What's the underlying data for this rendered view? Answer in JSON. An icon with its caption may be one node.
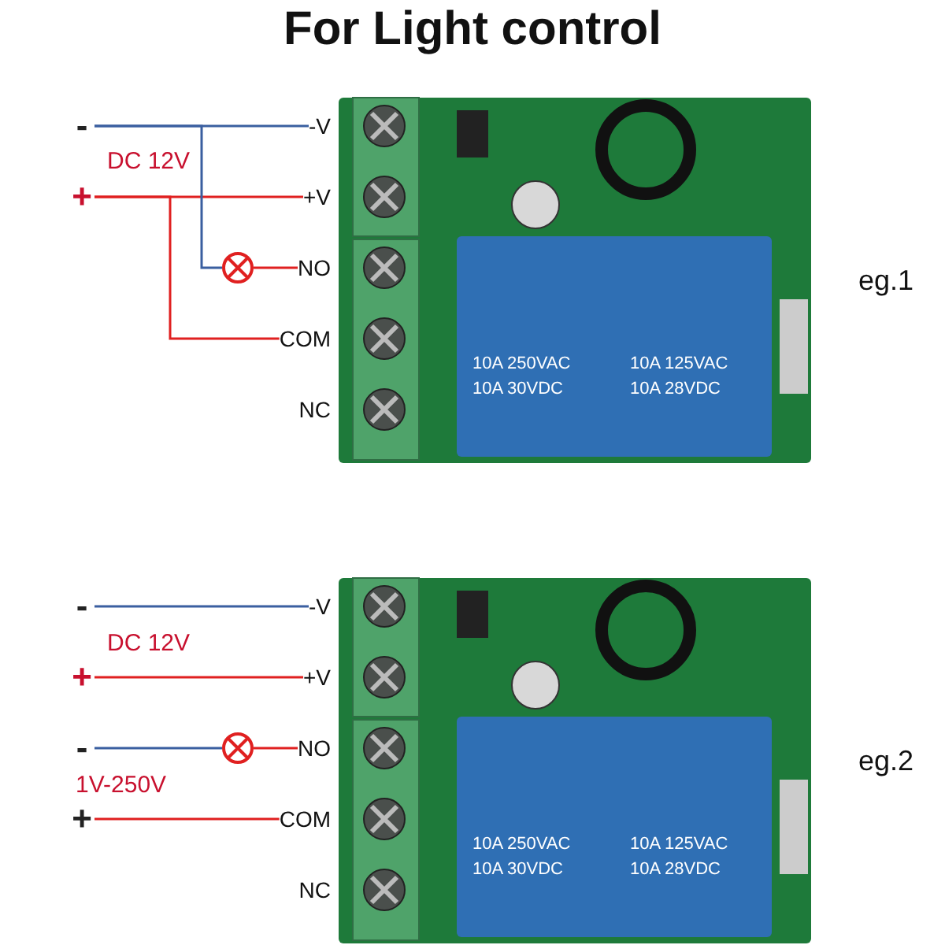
{
  "diagram": {
    "title": "For Light control",
    "nodes": [
      {
        "text": [
          "-"
        ]
      },
      {
        "text": [
          "+"
        ]
      },
      {
        "text": [
          "-V"
        ]
      },
      {
        "text": [
          "+V"
        ]
      },
      {
        "text": [
          "NO"
        ]
      },
      {
        "text": [
          "COM"
        ]
      },
      {
        "text": [
          "NC"
        ]
      },
      {
        "text": [],
        "shape": "circle"
      },
      {
        "text": [
          "-"
        ]
      },
      {
        "text": [
          "+"
        ]
      },
      {
        "text": [
          "-V"
        ]
      },
      {
        "text": [
          "+V"
        ]
      },
      {
        "text": [
          "NO"
        ]
      },
      {
        "text": [
          "COM"
        ]
      },
      {
        "text": [
          "NC"
        ]
      },
      {
        "text": [
          "-"
        ]
      },
      {
        "text": [
          "+"
        ]
      },
      {
        "text": [],
        "shape": "circle"
      }
    ],
    "edges": [
      {
        "from": 0,
        "to": 2,
        "arrow": "none",
        "color": "#3a5fa0"
      },
      {
        "from": 1,
        "to": 3,
        "arrow": "none"
      },
      {
        "from": 0,
        "to": 7,
        "arrow": "none",
        "color": "#3a5fa0"
      },
      {
        "from": 7,
        "to": 4,
        "arrow": "none"
      },
      {
        "from": 1,
        "to": 5,
        "arrow": "none"
      },
      {
        "from": 8,
        "to": 10,
        "arrow": "none",
        "color": "#3a5fa0"
      },
      {
        "from": 9,
        "to": 11,
        "arrow": "none"
      },
      {
        "from": 15,
        "to": 17,
        "arrow": "none",
        "color": "#3a5fa0"
      },
      {
        "from": 17,
        "to": 12,
        "arrow": "none"
      },
      {
        "from": 16,
        "to": 13,
        "arrow": "none"
      }
    ],
    "labels": [
      "DC 12V",
      "10A 250VAC",
      "10A 125VAC",
      "10A 30VDC",
      "10A 28VDC",
      "eg.1",
      "DC 12V",
      "1V-250V",
      "10A 250VAC",
      "10A 125VAC",
      "10A 30VDC",
      "10A 28VDC",
      "eg.2"
    ]
  }
}
